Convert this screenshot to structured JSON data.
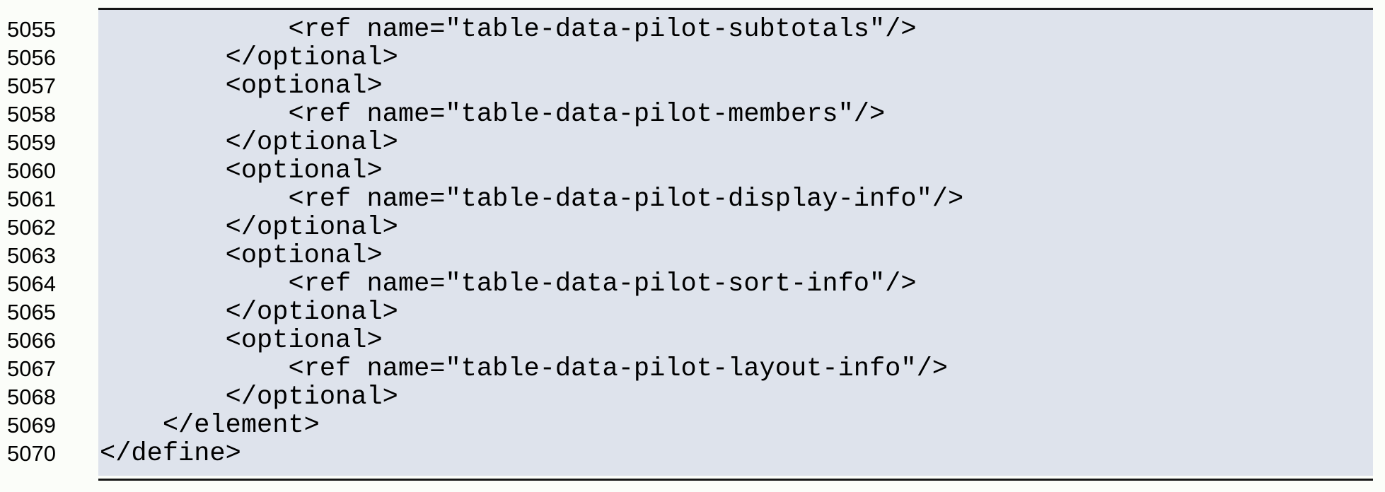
{
  "listing": {
    "language": "xml-relaxng-schema",
    "colors": {
      "page_background": "#fbfdf9",
      "block_background": "#dee3ec",
      "rule": "#151515",
      "text": "#000000"
    },
    "lines": [
      {
        "number": "5055",
        "code": "            <ref name=\"table-data-pilot-subtotals\"/>"
      },
      {
        "number": "5056",
        "code": "        </optional>"
      },
      {
        "number": "5057",
        "code": "        <optional>"
      },
      {
        "number": "5058",
        "code": "            <ref name=\"table-data-pilot-members\"/>"
      },
      {
        "number": "5059",
        "code": "        </optional>"
      },
      {
        "number": "5060",
        "code": "        <optional>"
      },
      {
        "number": "5061",
        "code": "            <ref name=\"table-data-pilot-display-info\"/>"
      },
      {
        "number": "5062",
        "code": "        </optional>"
      },
      {
        "number": "5063",
        "code": "        <optional>"
      },
      {
        "number": "5064",
        "code": "            <ref name=\"table-data-pilot-sort-info\"/>"
      },
      {
        "number": "5065",
        "code": "        </optional>"
      },
      {
        "number": "5066",
        "code": "        <optional>"
      },
      {
        "number": "5067",
        "code": "            <ref name=\"table-data-pilot-layout-info\"/>"
      },
      {
        "number": "5068",
        "code": "        </optional>"
      },
      {
        "number": "5069",
        "code": "    </element>"
      },
      {
        "number": "5070",
        "code": "</define>"
      }
    ]
  }
}
